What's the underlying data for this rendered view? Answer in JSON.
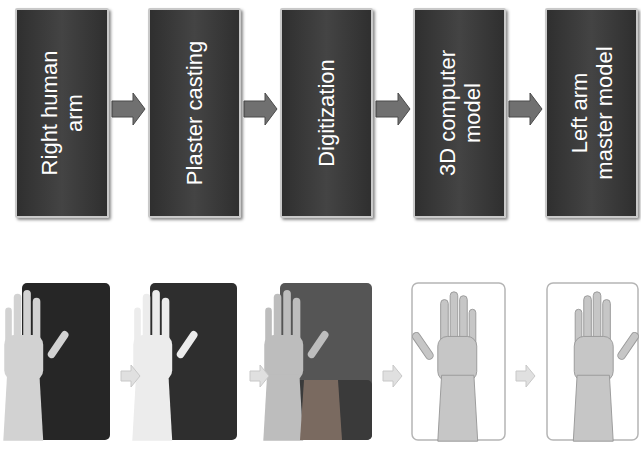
{
  "diagram": {
    "nodes": [
      {
        "text": [
          "Right human arm"
        ]
      },
      {
        "text": [
          "Plaster casting"
        ]
      },
      {
        "text": [
          "Digitization"
        ]
      },
      {
        "text": [
          "3D computer model"
        ]
      },
      {
        "text": [
          "Left arm master model"
        ]
      }
    ],
    "edges": [
      {
        "from": 0,
        "to": 1,
        "arrow": "to"
      },
      {
        "from": 1,
        "to": 2,
        "arrow": "to"
      },
      {
        "from": 2,
        "to": 3,
        "arrow": "to"
      },
      {
        "from": 3,
        "to": 4,
        "arrow": "to"
      }
    ]
  }
}
